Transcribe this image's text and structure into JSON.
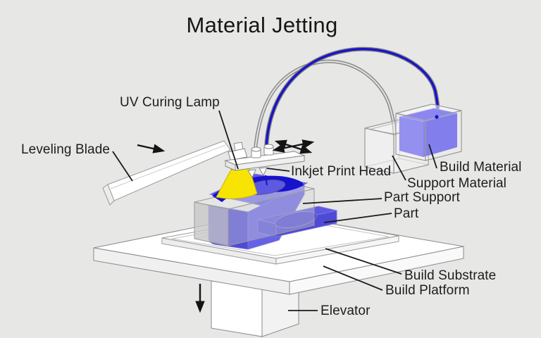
{
  "title": "Material Jetting",
  "labels": {
    "uv_curing_lamp": "UV Curing Lamp",
    "leveling_blade": "Leveling Blade",
    "inkjet_print_head": "Inkjet Print Head",
    "build_material": "Build Material",
    "support_material": "Support Material",
    "part_support": "Part Support",
    "part": "Part",
    "build_substrate": "Build Substrate",
    "build_platform": "Build Platform",
    "elevator": "Elevator"
  },
  "colors": {
    "background": "#e7e7e6",
    "text": "#1d1d1d",
    "part_blue": "#5d59e2",
    "part_blue_shade": "#4e4ad6",
    "fresh_material_blue": "#1712ce",
    "build_material_blue": "#7d78ed",
    "uv_yellow": "#f8e402",
    "machine_outline": "#8a8a8a"
  },
  "icons": {
    "xy_motion_arrows_icon": "crossed double-headed arrows (X–Y travel)",
    "blade_direction_arrow_icon": "→",
    "elevator_direction_arrow_icon": "↓"
  }
}
